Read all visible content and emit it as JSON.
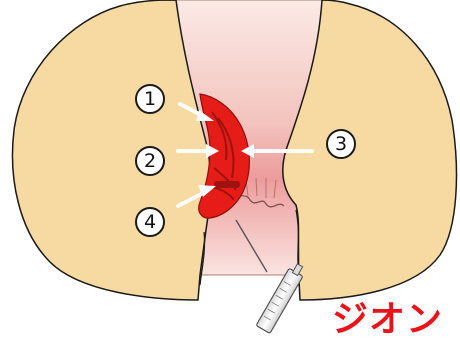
{
  "labels": {
    "n1": "1",
    "n2": "2",
    "n3": "3",
    "n4": "4"
  },
  "watermark": "ジオン",
  "colors": {
    "buttock": "#f7d9a2",
    "outline": "#1a1a1a",
    "lumen": "#f6d8d2",
    "lumen_deep": "#ec9c9c",
    "hemorrhoid": "#e61c18",
    "hemorrhoid_dark": "#9e1210",
    "arrow": "#ffffff",
    "watermark": "#e8141a"
  }
}
